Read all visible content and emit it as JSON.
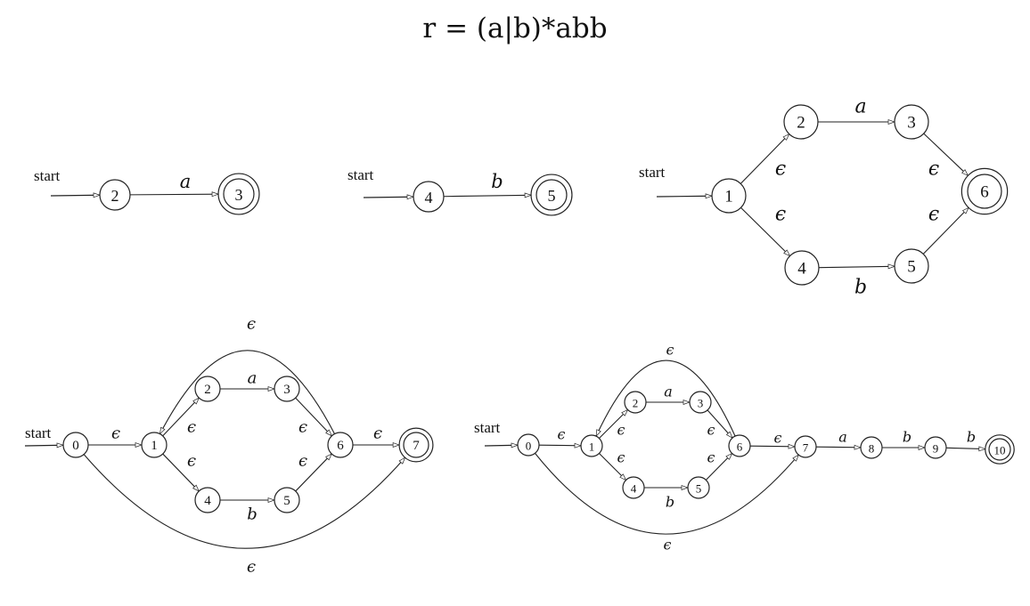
{
  "title": "r = (a|b)*abb",
  "diagrams": [
    {
      "name": "nfa-a",
      "start_label": "start",
      "start_state": 0,
      "states": [
        {
          "label": "2",
          "accept": false
        },
        {
          "label": "3",
          "accept": true
        }
      ],
      "edges": [
        {
          "from": 0,
          "to": 1,
          "label": "a"
        }
      ]
    },
    {
      "name": "nfa-b",
      "start_label": "start",
      "start_state": 0,
      "states": [
        {
          "label": "4",
          "accept": false
        },
        {
          "label": "5",
          "accept": true
        }
      ],
      "edges": [
        {
          "from": 0,
          "to": 1,
          "label": "b"
        }
      ]
    },
    {
      "name": "nfa-a-or-b",
      "start_label": "start",
      "start_state": 0,
      "states": [
        {
          "label": "1",
          "accept": false
        },
        {
          "label": "2",
          "accept": false
        },
        {
          "label": "3",
          "accept": false
        },
        {
          "label": "4",
          "accept": false
        },
        {
          "label": "5",
          "accept": false
        },
        {
          "label": "6",
          "accept": true
        }
      ],
      "edges": [
        {
          "from": 0,
          "to": 1,
          "label": "ϵ"
        },
        {
          "from": 1,
          "to": 2,
          "label": "a"
        },
        {
          "from": 2,
          "to": 5,
          "label": "ϵ"
        },
        {
          "from": 0,
          "to": 3,
          "label": "ϵ"
        },
        {
          "from": 3,
          "to": 4,
          "label": "b"
        },
        {
          "from": 4,
          "to": 5,
          "label": "ϵ"
        }
      ]
    },
    {
      "name": "nfa-a-or-b-star",
      "start_label": "start",
      "start_state": 0,
      "states": [
        {
          "label": "0",
          "accept": false
        },
        {
          "label": "1",
          "accept": false
        },
        {
          "label": "2",
          "accept": false
        },
        {
          "label": "3",
          "accept": false
        },
        {
          "label": "4",
          "accept": false
        },
        {
          "label": "5",
          "accept": false
        },
        {
          "label": "6",
          "accept": false
        },
        {
          "label": "7",
          "accept": true
        }
      ],
      "edges": [
        {
          "from": 0,
          "to": 1,
          "label": "ϵ"
        },
        {
          "from": 1,
          "to": 2,
          "label": "ϵ"
        },
        {
          "from": 2,
          "to": 3,
          "label": "a"
        },
        {
          "from": 3,
          "to": 6,
          "label": "ϵ"
        },
        {
          "from": 1,
          "to": 4,
          "label": "ϵ"
        },
        {
          "from": 4,
          "to": 5,
          "label": "b"
        },
        {
          "from": 5,
          "to": 6,
          "label": "ϵ"
        },
        {
          "from": 6,
          "to": 7,
          "label": "ϵ"
        },
        {
          "from": 6,
          "to": 1,
          "label": "ϵ"
        },
        {
          "from": 0,
          "to": 7,
          "label": "ϵ"
        }
      ]
    },
    {
      "name": "nfa-full",
      "start_label": "start",
      "start_state": 0,
      "states": [
        {
          "label": "0",
          "accept": false
        },
        {
          "label": "1",
          "accept": false
        },
        {
          "label": "2",
          "accept": false
        },
        {
          "label": "3",
          "accept": false
        },
        {
          "label": "4",
          "accept": false
        },
        {
          "label": "5",
          "accept": false
        },
        {
          "label": "6",
          "accept": false
        },
        {
          "label": "7",
          "accept": false
        },
        {
          "label": "8",
          "accept": false
        },
        {
          "label": "9",
          "accept": false
        },
        {
          "label": "10",
          "accept": true
        }
      ],
      "edges": [
        {
          "from": 0,
          "to": 1,
          "label": "ϵ"
        },
        {
          "from": 1,
          "to": 2,
          "label": "ϵ"
        },
        {
          "from": 2,
          "to": 3,
          "label": "a"
        },
        {
          "from": 3,
          "to": 6,
          "label": "ϵ"
        },
        {
          "from": 1,
          "to": 4,
          "label": "ϵ"
        },
        {
          "from": 4,
          "to": 5,
          "label": "b"
        },
        {
          "from": 5,
          "to": 6,
          "label": "ϵ"
        },
        {
          "from": 6,
          "to": 7,
          "label": "ϵ"
        },
        {
          "from": 6,
          "to": 1,
          "label": "ϵ"
        },
        {
          "from": 0,
          "to": 7,
          "label": "ϵ"
        },
        {
          "from": 7,
          "to": 8,
          "label": "a"
        },
        {
          "from": 8,
          "to": 9,
          "label": "b"
        },
        {
          "from": 9,
          "to": 10,
          "label": "b"
        }
      ]
    }
  ]
}
